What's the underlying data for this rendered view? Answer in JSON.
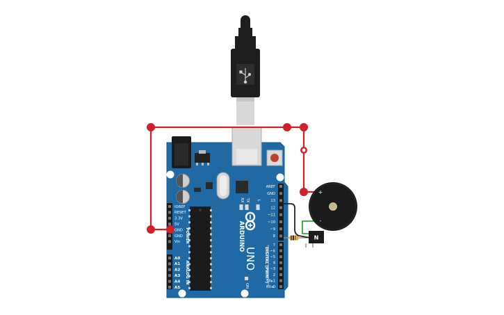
{
  "board": {
    "name": "ARDUINO",
    "model": "UNO",
    "power_header_title": "POWER",
    "analog_header_title": "ANALOG IN",
    "digital_header_title": "DIGITAL (PWM~)",
    "power_pins": [
      "IOREF",
      "RESET",
      "3.3V",
      "5V",
      "GND",
      "GND",
      "Vin"
    ],
    "analog_pins": [
      "A0",
      "A1",
      "A2",
      "A3",
      "A4",
      "A5"
    ],
    "digital_pins_top": [
      "AREF",
      "GND",
      "13",
      "12",
      "~11",
      "~10",
      "~9",
      "8"
    ],
    "digital_pins_bottom": [
      "7",
      "~6",
      "~5",
      "4",
      "~3",
      "2",
      "TX▸1",
      "RX◂0"
    ],
    "led_labels": [
      "RX",
      "TX",
      "L"
    ],
    "on_label": "ON"
  },
  "transistor": {
    "label": "N"
  },
  "buzzer": {
    "plus_label": "+",
    "minus_label": "-"
  },
  "colors": {
    "board": "#1f6aa5",
    "wire_red": "#d0202a",
    "wire_black": "#222222",
    "wire_green": "#3aa03a",
    "usb_cable": "#1e1e1e",
    "buzzer_body": "#1a1a1a",
    "buzzer_center": "#c8b88a"
  }
}
